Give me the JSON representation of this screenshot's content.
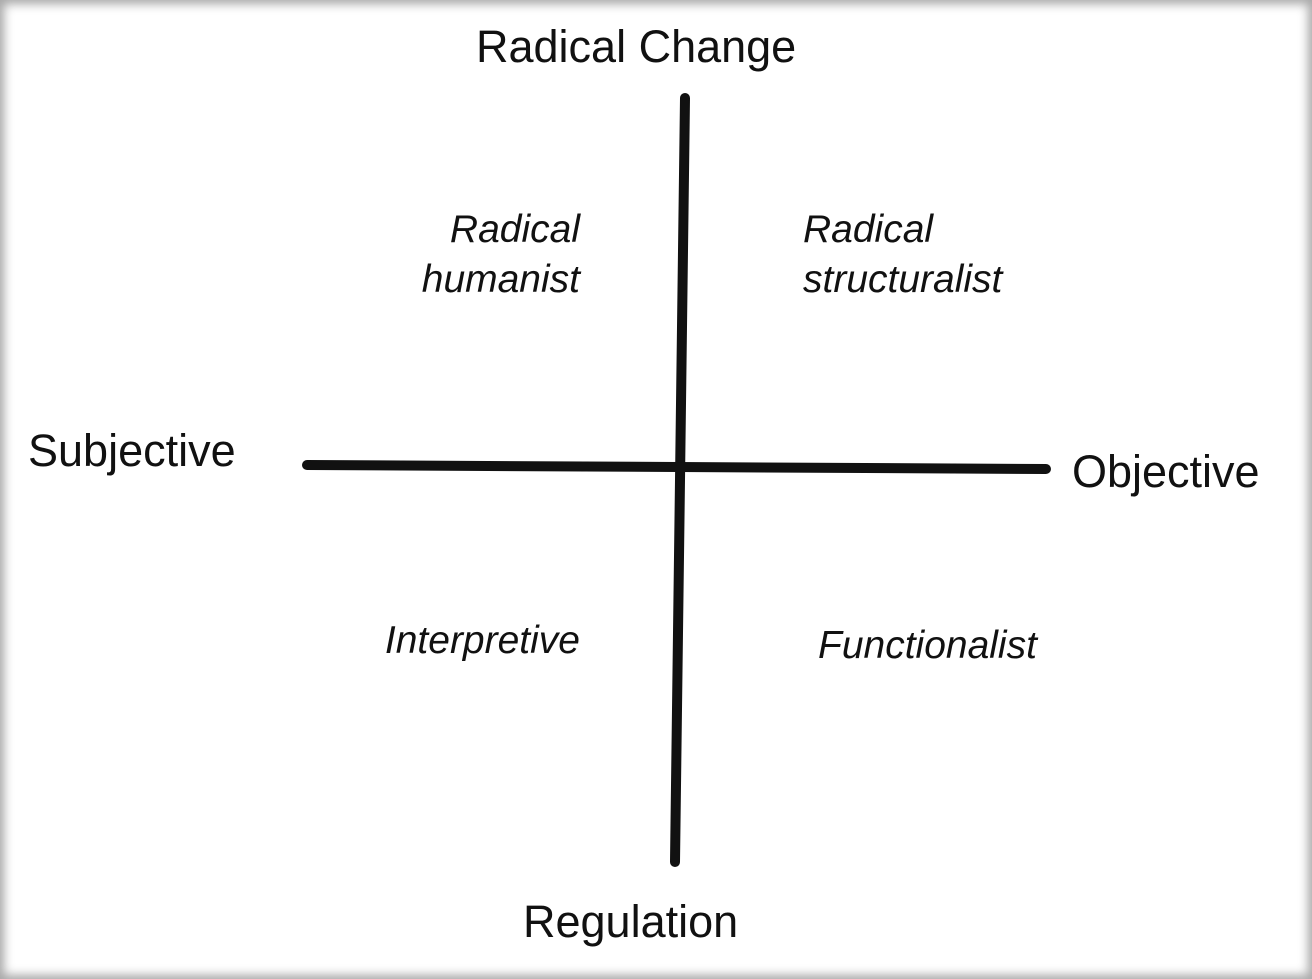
{
  "axes": {
    "top": "Radical Change",
    "bottom": "Regulation",
    "left": "Subjective",
    "right": "Objective"
  },
  "quadrants": {
    "top_left": [
      "Radical",
      "humanist"
    ],
    "top_right": [
      "Radical",
      "structuralist"
    ],
    "bottom_left": [
      "Interpretive"
    ],
    "bottom_right": [
      "Functionalist"
    ]
  },
  "colors": {
    "line": "#111111",
    "background": "#ffffff"
  }
}
